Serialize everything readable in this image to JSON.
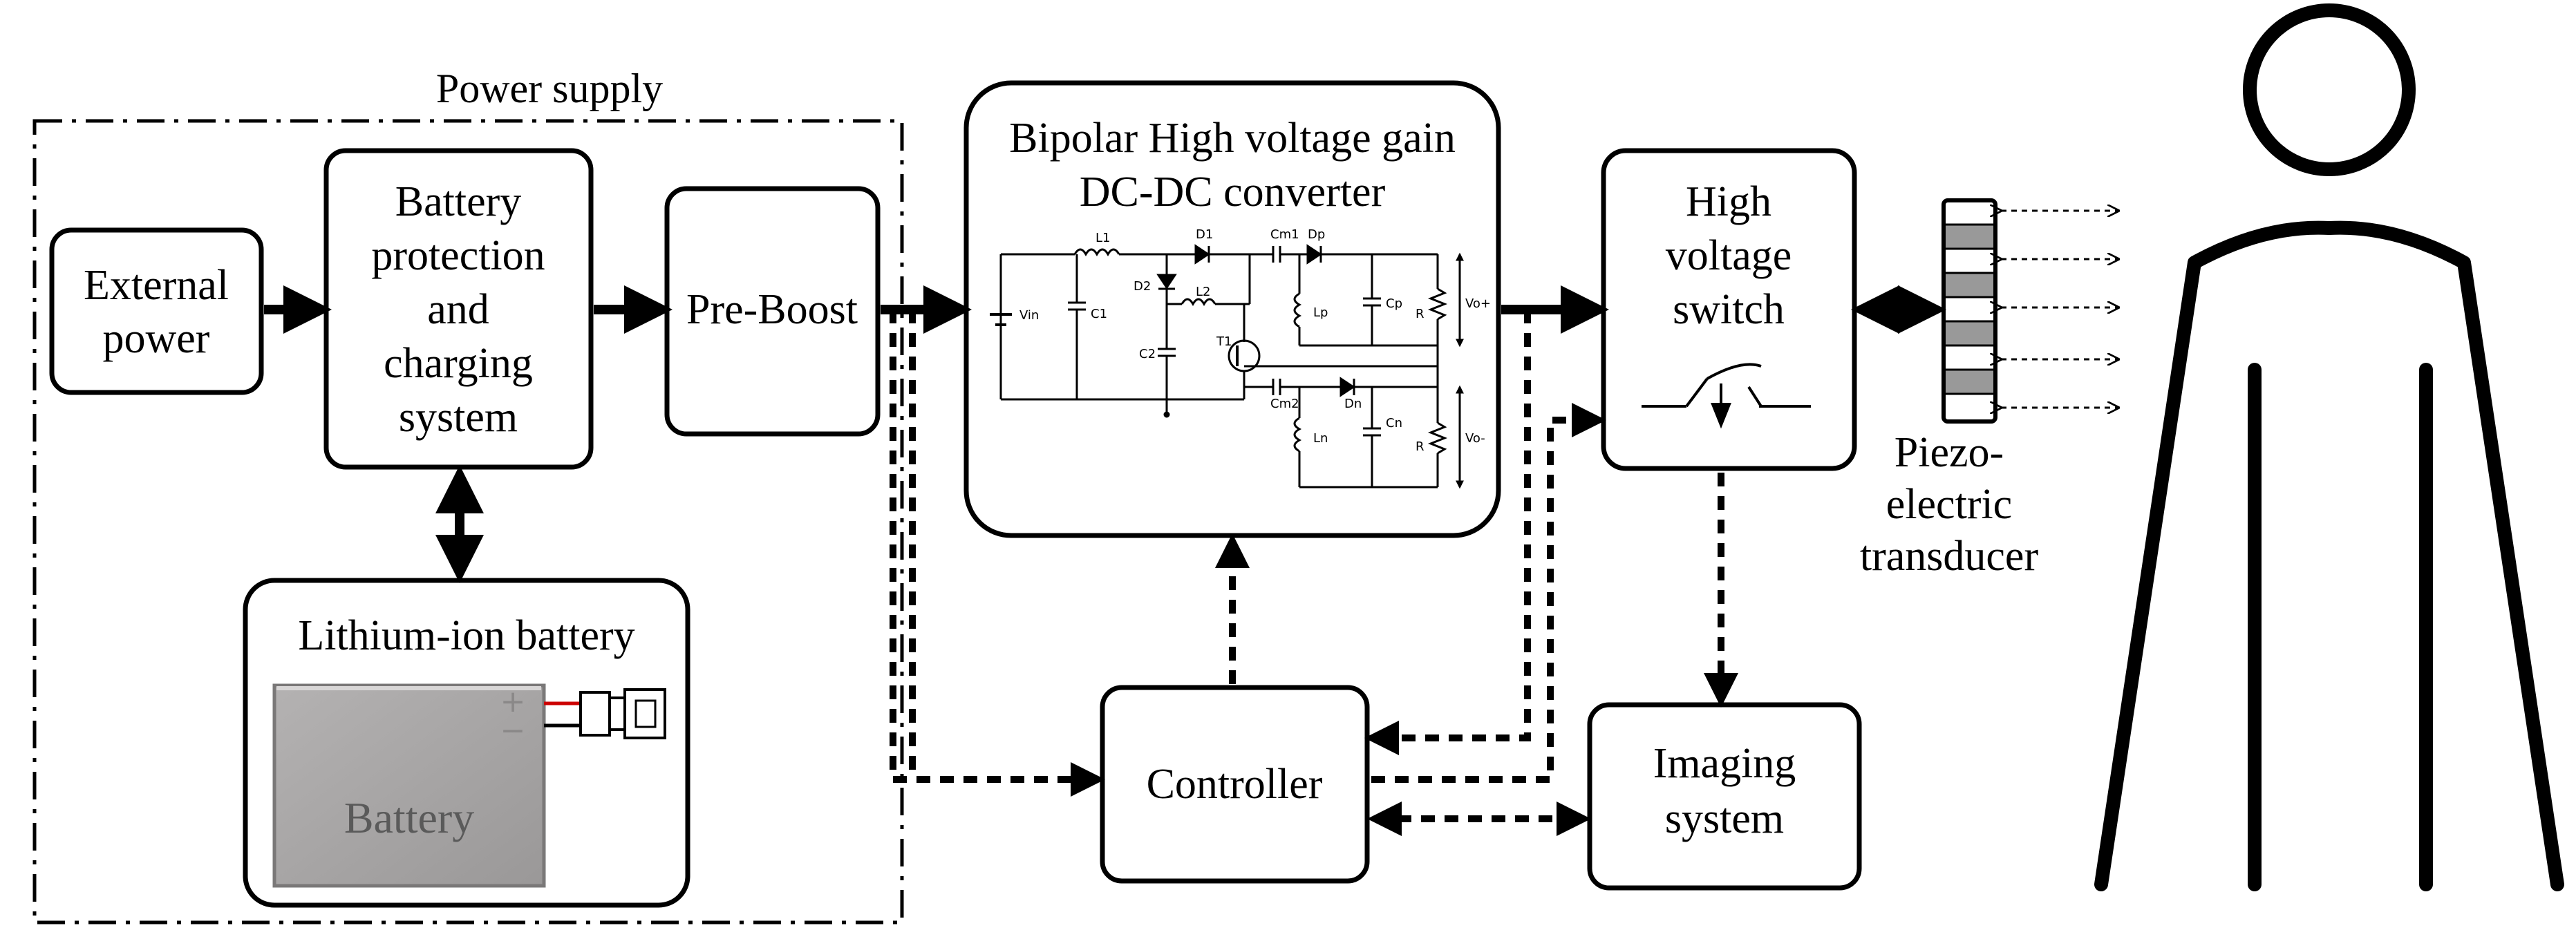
{
  "power_supply": {
    "label": "Power supply"
  },
  "external_power": {
    "line1": "External",
    "line2": "power"
  },
  "battery_protection": {
    "line1": "Battery",
    "line2": "protection",
    "line3": "and",
    "line4": "charging",
    "line5": "system"
  },
  "pre_boost": {
    "label": "Pre-Boost"
  },
  "lithium_battery": {
    "label": "Lithium-ion battery",
    "cell_text": "Battery",
    "plus": "+",
    "minus": "−"
  },
  "converter": {
    "line1": "Bipolar High voltage gain",
    "line2": "DC-DC converter",
    "circuit_labels": {
      "vin": "Vin",
      "l1": "L1",
      "c1": "C1",
      "d1": "D1",
      "d2": "D2",
      "l2": "L2",
      "c2": "C2",
      "t1": "T1",
      "cm1": "Cm1",
      "dp": "Dp",
      "lp": "Lp",
      "cp": "Cp",
      "rp": "R",
      "vop": "Vo+",
      "cm2": "Cm2",
      "dn": "Dn",
      "ln": "Ln",
      "cn": "Cn",
      "rn": "R",
      "von": "Vo-"
    }
  },
  "hv_switch": {
    "line1": "High",
    "line2": "voltage",
    "line3": "switch"
  },
  "transducer": {
    "line1": "Piezo-",
    "line2": "electric",
    "line3": "transducer"
  },
  "controller": {
    "label": "Controller"
  },
  "imaging": {
    "line1": "Imaging",
    "line2": "system"
  },
  "colors": {
    "line": "#000000",
    "battery_fill": "#a7a5a5",
    "battery_text": "#5a5a5a",
    "wire_red": "#cc0000",
    "element_gray": "#999999"
  }
}
